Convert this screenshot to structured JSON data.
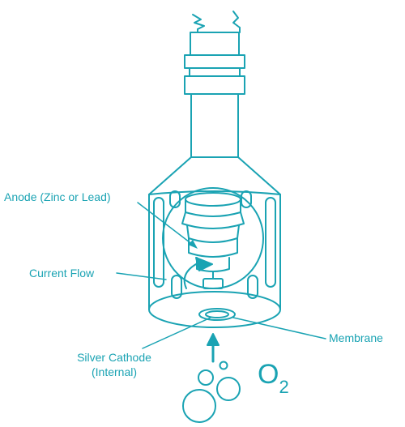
{
  "colors": {
    "stroke": "#1aa3b3",
    "background": "#ffffff"
  },
  "labels": {
    "anode": "Anode (Zinc or Lead)",
    "current_flow": "Current Flow",
    "silver_cathode_line1": "Silver Cathode",
    "silver_cathode_line2": "(Internal)",
    "membrane": "Membrane"
  },
  "oxygen": {
    "symbol": "O",
    "subscript": "2"
  }
}
